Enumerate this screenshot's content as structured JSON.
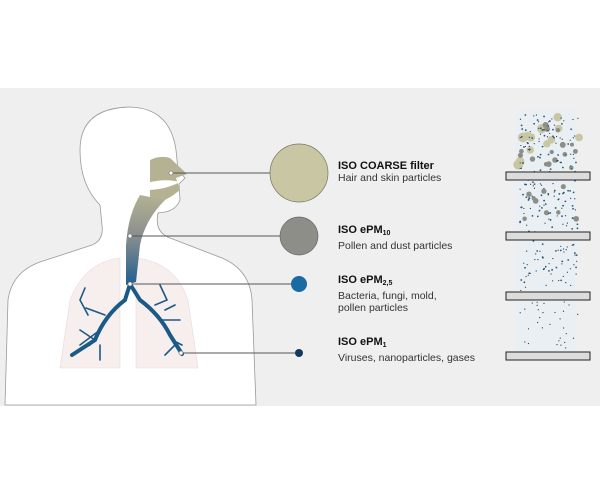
{
  "filters": [
    {
      "title": "ISO COARSE filter",
      "sub": "",
      "desc": "Hair and skin particles",
      "color": "#c9c7a3"
    },
    {
      "title": "ISO ePM",
      "sub": "10",
      "desc": "Pollen and dust particles",
      "color": "#8d8e87"
    },
    {
      "title": "ISO ePM",
      "sub": "2,5",
      "desc": "Bacteria, fungi, mold,",
      "desc2": "pollen particles",
      "color": "#1a6aa3"
    },
    {
      "title": "ISO ePM",
      "sub": "1",
      "desc": "Viruses, nanoparticles, gases",
      "color": "#123a5e"
    }
  ],
  "colors": {
    "panel": "#efeff0",
    "airway_top": "#b4b293",
    "airway_bottom": "#1f5f8f",
    "bronchi": "#1b5a86"
  }
}
